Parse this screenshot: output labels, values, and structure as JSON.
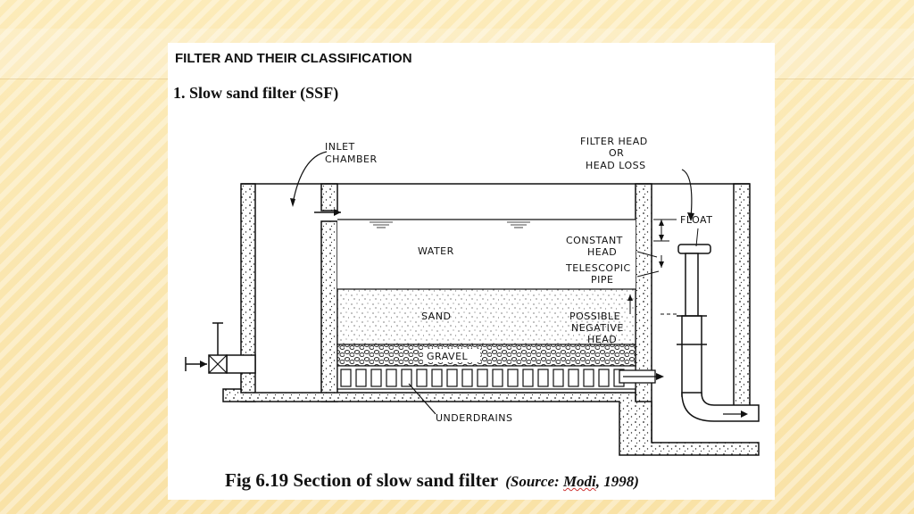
{
  "slide": {
    "heading": "FILTER AND THEIR CLASSIFICATION",
    "subheading": "1. Slow sand filter (SSF)",
    "caption": "Fig 6.19 Section of slow sand filter",
    "source_prefix": "(Source: ",
    "source_author": "Modi",
    "source_suffix": ", 1998)"
  },
  "diagram": {
    "labels": {
      "inlet_chamber_1": "INLET",
      "inlet_chamber_2": "CHAMBER",
      "filter_head_1": "FILTER HEAD",
      "filter_head_2": "OR",
      "filter_head_3": "HEAD LOSS",
      "float": "FLOAT",
      "constant_head_1": "CONSTANT",
      "constant_head_2": "HEAD",
      "telescopic_1": "TELESCOPIC",
      "telescopic_2": "PIPE",
      "negative_head_1": "POSSIBLE",
      "negative_head_2": "NEGATIVE",
      "negative_head_3": "HEAD",
      "water": "WATER",
      "sand": "SAND",
      "gravel": "GRAVEL",
      "underdrains": "UNDERDRAINS"
    }
  }
}
